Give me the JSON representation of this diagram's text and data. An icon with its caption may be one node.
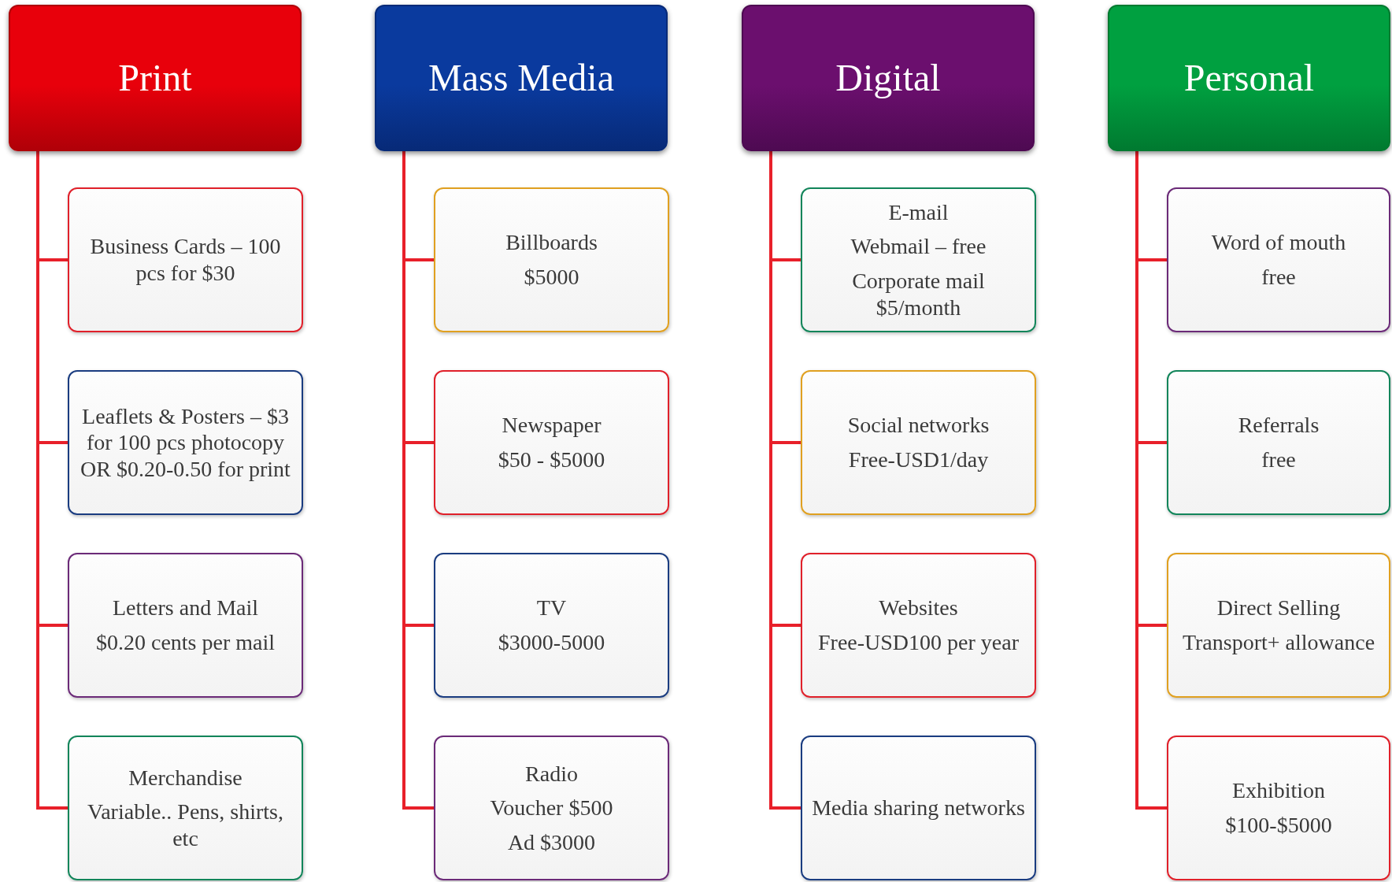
{
  "diagram": {
    "nodes": [
      {
        "text": [
          "Print"
        ]
      },
      {
        "text": [
          "Business Cards – 100 pcs for $30"
        ]
      },
      {
        "text": [
          "Leaflets & Posters – $3 for 100 pcs photocopy OR $0.20-0.50 for print"
        ]
      },
      {
        "text": [
          "Letters and Mail",
          "$0.20 cents per mail"
        ]
      },
      {
        "text": [
          "Merchandise",
          "Variable.. Pens, shirts, etc"
        ]
      },
      {
        "text": [
          "Mass Media"
        ]
      },
      {
        "text": [
          "Billboards",
          "$5000"
        ]
      },
      {
        "text": [
          "Newspaper",
          "$50 - $5000"
        ]
      },
      {
        "text": [
          "TV",
          "$3000-5000"
        ]
      },
      {
        "text": [
          "Radio",
          "Voucher $500",
          "Ad $3000"
        ]
      },
      {
        "text": [
          "Digital"
        ]
      },
      {
        "text": [
          "E-mail",
          "Webmail – free",
          "Corporate mail $5/month"
        ]
      },
      {
        "text": [
          "Social networks",
          "Free-USD1/day"
        ]
      },
      {
        "text": [
          "Websites",
          "Free-USD100 per year"
        ]
      },
      {
        "text": [
          "Media sharing networks"
        ]
      },
      {
        "text": [
          "Personal"
        ]
      },
      {
        "text": [
          "Word of mouth",
          "free"
        ]
      },
      {
        "text": [
          "Referrals",
          "free"
        ]
      },
      {
        "text": [
          "Direct Selling",
          "Transport+ allowance"
        ]
      },
      {
        "text": [
          "Exhibition",
          "$100-$5000"
        ]
      }
    ],
    "edges": [
      {
        "from": 0,
        "to": 1,
        "arrow": "none"
      },
      {
        "from": 0,
        "to": 2,
        "arrow": "none"
      },
      {
        "from": 0,
        "to": 3,
        "arrow": "none"
      },
      {
        "from": 0,
        "to": 4,
        "arrow": "none"
      },
      {
        "from": 5,
        "to": 6,
        "arrow": "none"
      },
      {
        "from": 5,
        "to": 7,
        "arrow": "none"
      },
      {
        "from": 5,
        "to": 8,
        "arrow": "none"
      },
      {
        "from": 5,
        "to": 9,
        "arrow": "none"
      },
      {
        "from": 10,
        "to": 11,
        "arrow": "none"
      },
      {
        "from": 10,
        "to": 12,
        "arrow": "none"
      },
      {
        "from": 10,
        "to": 13,
        "arrow": "none"
      },
      {
        "from": 10,
        "to": 14,
        "arrow": "none"
      },
      {
        "from": 15,
        "to": 16,
        "arrow": "none"
      },
      {
        "from": 15,
        "to": 17,
        "arrow": "none"
      },
      {
        "from": 15,
        "to": 18,
        "arrow": "none"
      },
      {
        "from": 15,
        "to": 19,
        "arrow": "none"
      }
    ]
  }
}
